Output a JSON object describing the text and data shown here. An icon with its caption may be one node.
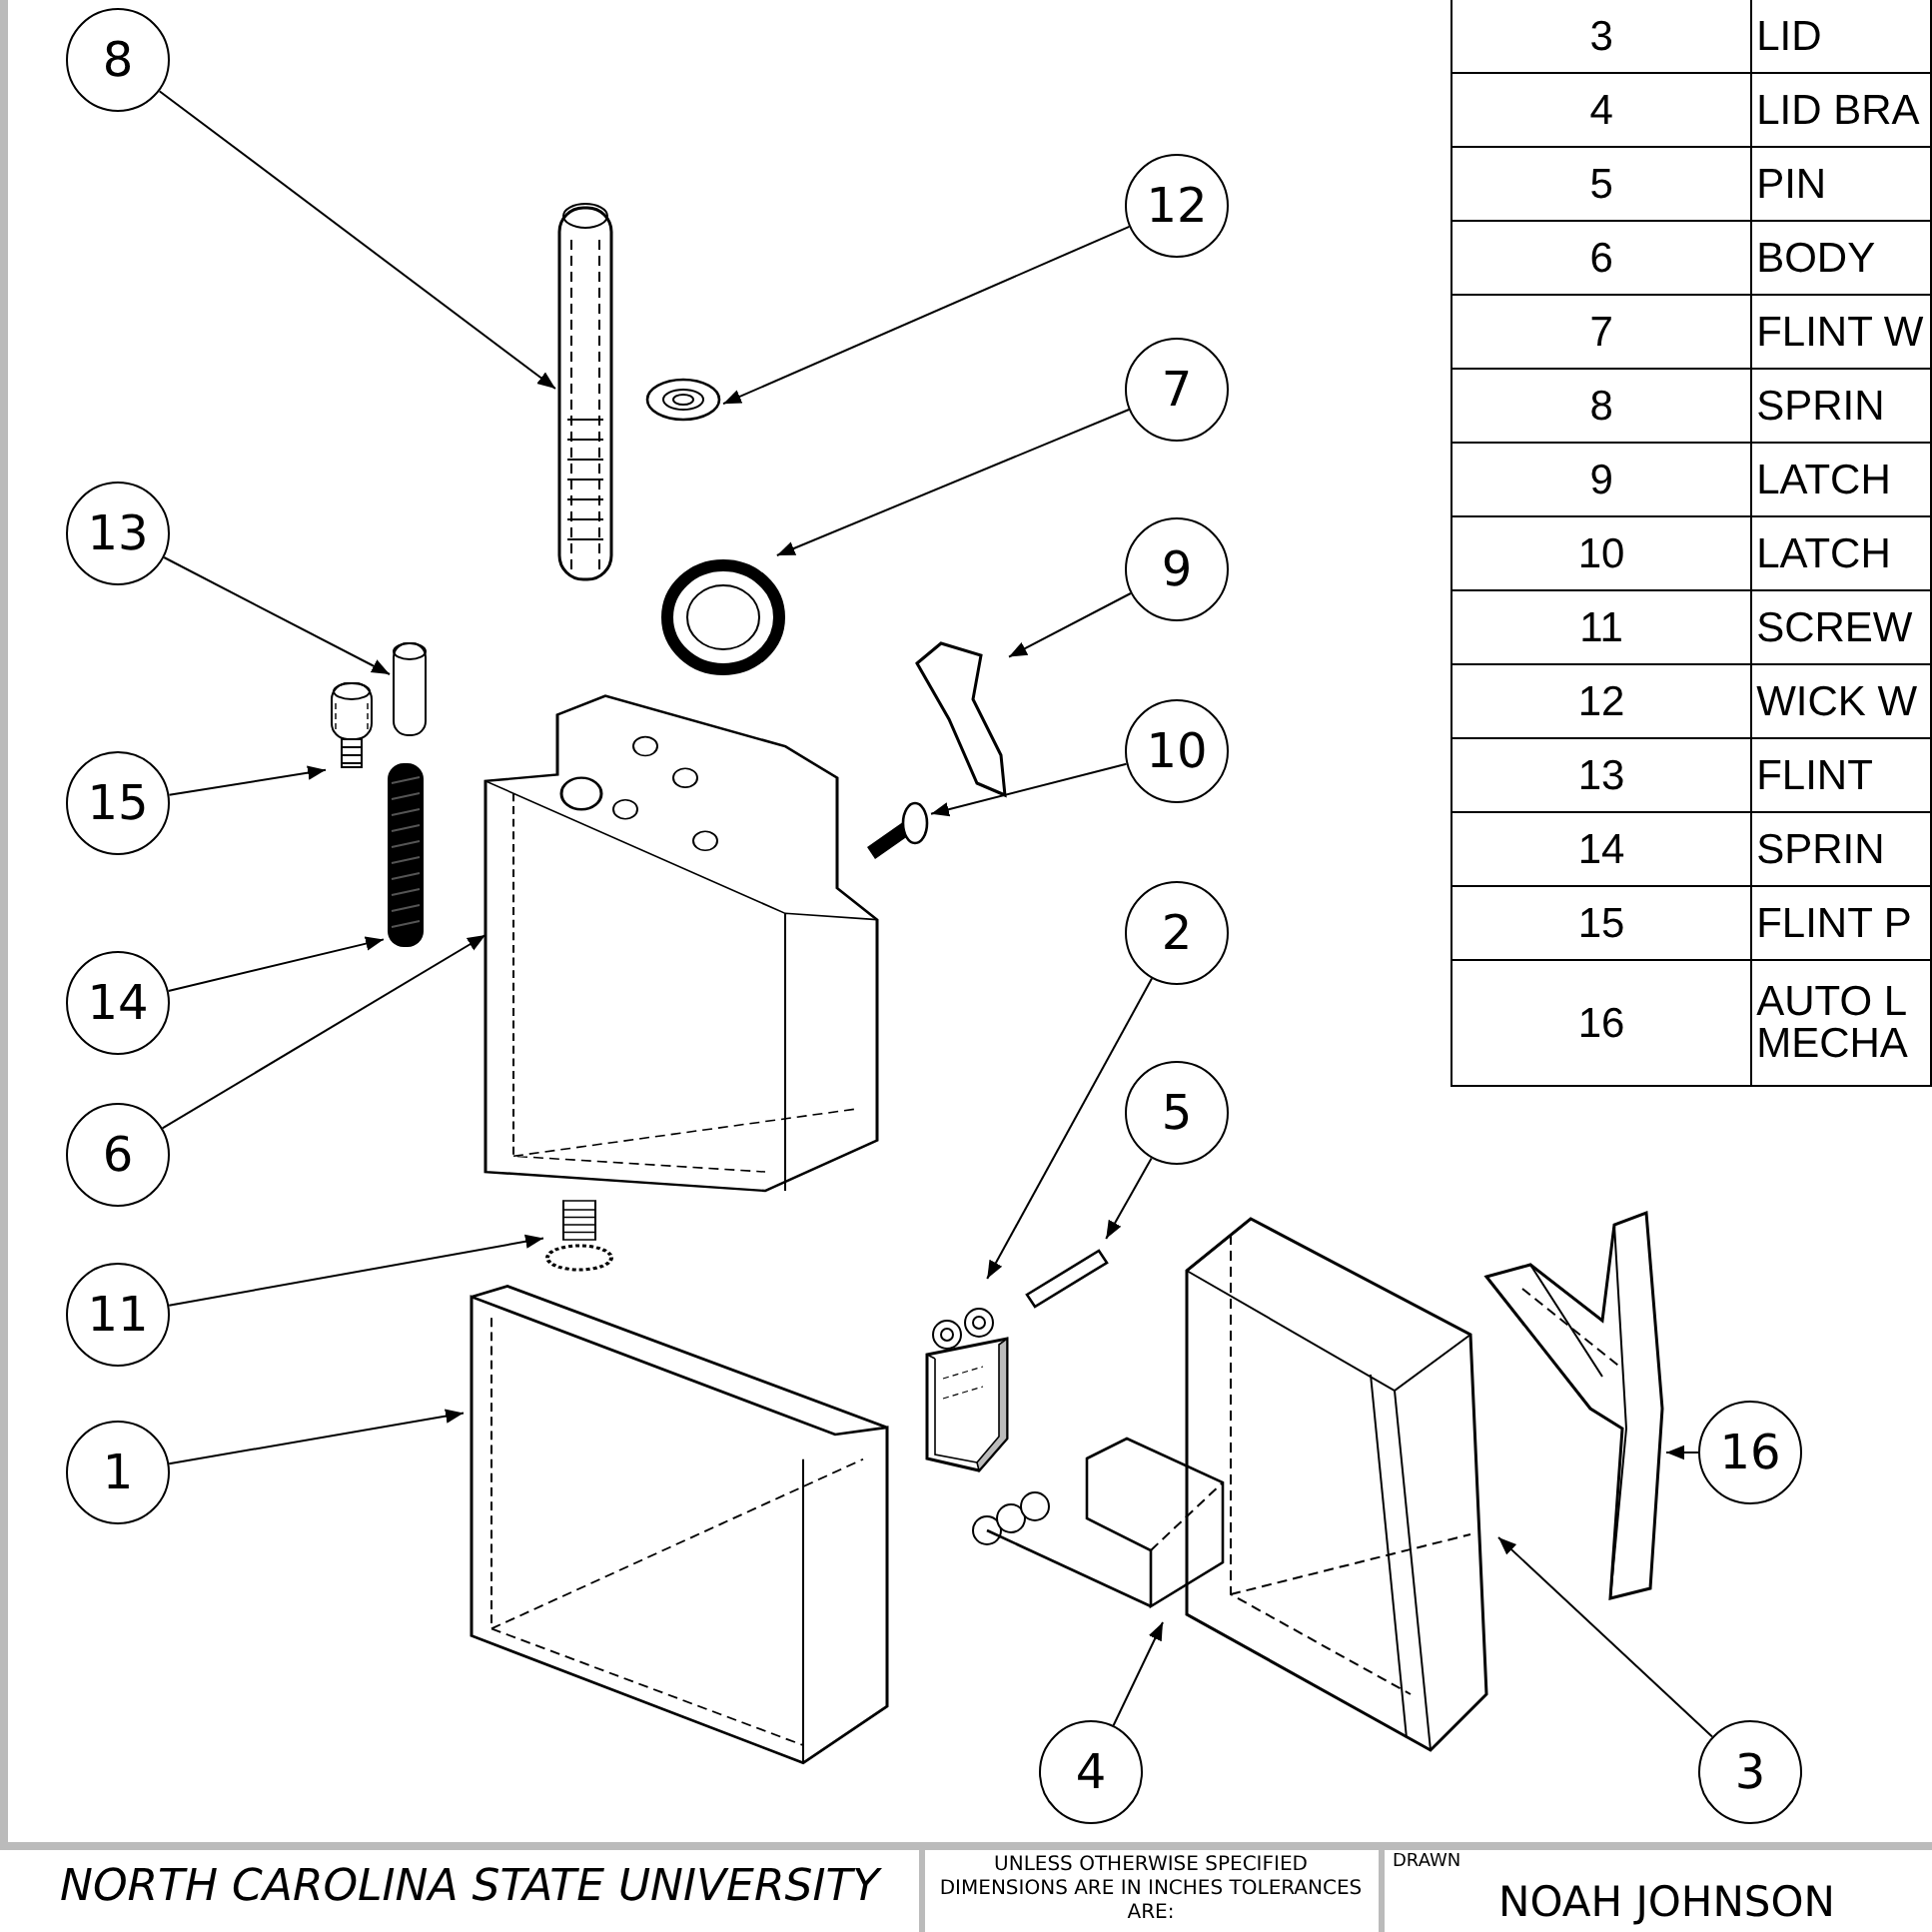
{
  "diagram": {
    "nodes": [
      {
        "text": [
          "1"
        ]
      },
      {
        "text": [
          "2"
        ]
      },
      {
        "text": [
          "3"
        ]
      },
      {
        "text": [
          "4"
        ]
      },
      {
        "text": [
          "5"
        ]
      },
      {
        "text": [
          "6"
        ]
      },
      {
        "text": [
          "7"
        ]
      },
      {
        "text": [
          "8"
        ]
      },
      {
        "text": [
          "9"
        ]
      },
      {
        "text": [
          "10"
        ]
      },
      {
        "text": [
          "11"
        ]
      },
      {
        "text": [
          "12"
        ]
      },
      {
        "text": [
          "13"
        ]
      },
      {
        "text": [
          "14"
        ]
      },
      {
        "text": [
          "15"
        ]
      },
      {
        "text": [
          "16"
        ]
      },
      {
        "text": [],
        "shape": "picture"
      },
      {
        "text": [],
        "shape": "picture"
      },
      {
        "text": [],
        "shape": "picture"
      },
      {
        "text": [],
        "shape": "picture"
      },
      {
        "text": [],
        "shape": "picture"
      },
      {
        "text": [],
        "shape": "picture"
      },
      {
        "text": [],
        "shape": "picture"
      },
      {
        "text": [],
        "shape": "picture"
      },
      {
        "text": [],
        "shape": "picture"
      },
      {
        "text": [],
        "shape": "picture"
      },
      {
        "text": [],
        "shape": "picture"
      },
      {
        "text": [],
        "shape": "picture"
      },
      {
        "text": [],
        "shape": "picture"
      },
      {
        "text": [],
        "shape": "picture"
      },
      {
        "text": [],
        "shape": "picture"
      },
      {
        "text": [],
        "shape": "picture"
      }
    ],
    "edges": [
      {
        "from": 0,
        "to": 16,
        "arrow": "to"
      },
      {
        "from": 1,
        "to": 17,
        "arrow": "to"
      },
      {
        "from": 2,
        "to": 18,
        "arrow": "to"
      },
      {
        "from": 3,
        "to": 19,
        "arrow": "to"
      },
      {
        "from": 4,
        "to": 20,
        "arrow": "to"
      },
      {
        "from": 5,
        "to": 21,
        "arrow": "to"
      },
      {
        "from": 6,
        "to": 22,
        "arrow": "to"
      },
      {
        "from": 7,
        "to": 23,
        "arrow": "to"
      },
      {
        "from": 8,
        "to": 24,
        "arrow": "to"
      },
      {
        "from": 9,
        "to": 25,
        "arrow": "to"
      },
      {
        "from": 10,
        "to": 26,
        "arrow": "to"
      },
      {
        "from": 11,
        "to": 27,
        "arrow": "to"
      },
      {
        "from": 12,
        "to": 28,
        "arrow": "to"
      },
      {
        "from": 13,
        "to": 29,
        "arrow": "to"
      },
      {
        "from": 14,
        "to": 30,
        "arrow": "to"
      },
      {
        "from": 15,
        "to": 31,
        "arrow": "to"
      }
    ],
    "labels": [
      "3",
      "LID",
      "4",
      "LID BRA",
      "5",
      "PIN",
      "6",
      "BODY",
      "7",
      "FLINT W",
      "8",
      "SPRIN",
      "9",
      "LATCH",
      "10",
      "LATCH",
      "11",
      "SCREW",
      "12",
      "WICK W",
      "13",
      "FLINT",
      "14",
      "SPRIN",
      "15",
      "FLINT P",
      "16",
      "AUTO L MECHA",
      "NORTH CAROLINA STATE UNIVERSITY",
      "UNLESS OTHERWISE SPECIFIED DIMENSIONS ARE IN INCHES TOLERANCES ARE:",
      "DRAWN",
      "NOAH JOHNSON"
    ]
  }
}
